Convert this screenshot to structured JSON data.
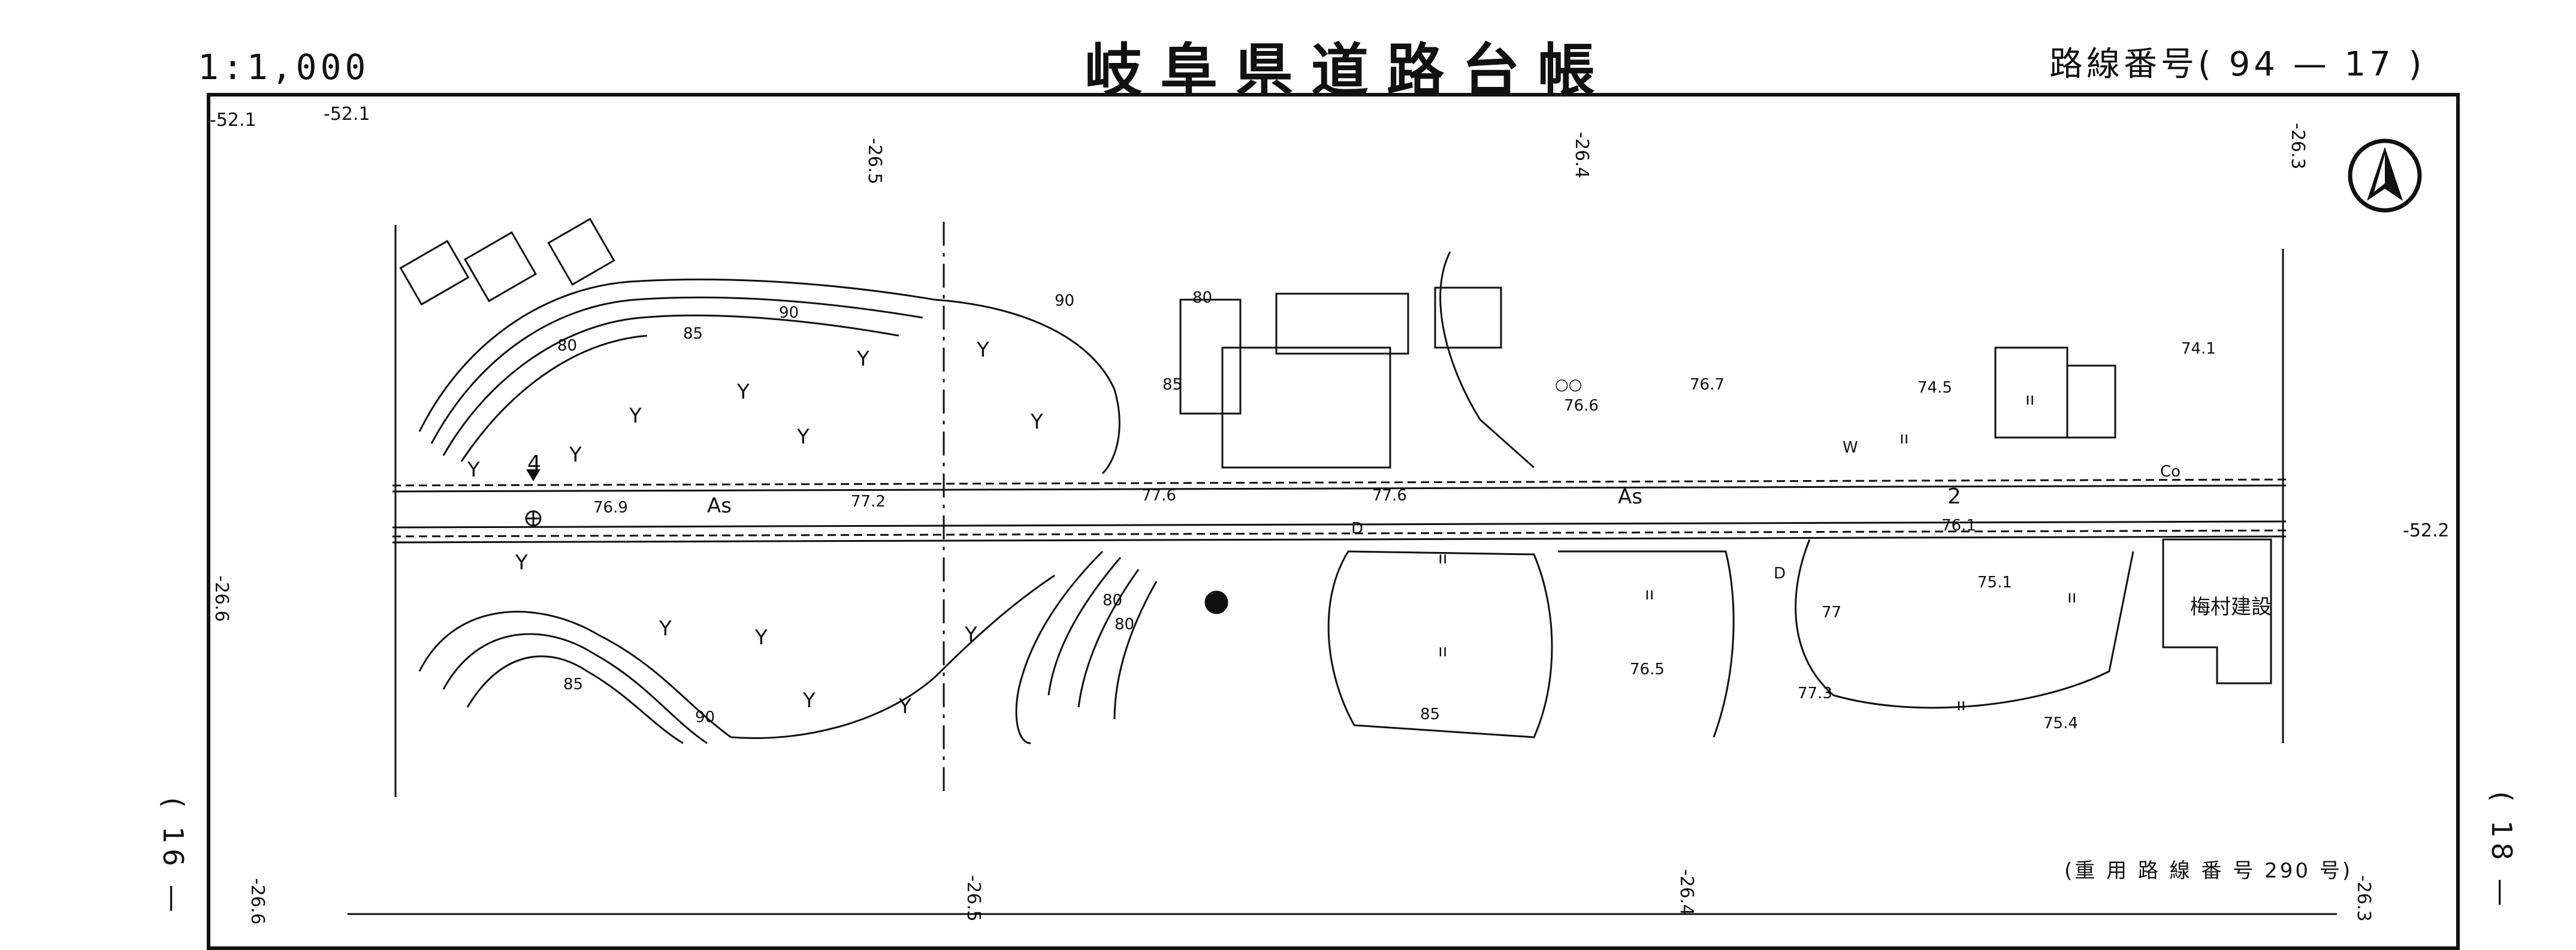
{
  "header": {
    "scale": "1:1,000",
    "title": "岐阜県道路台帳",
    "route_number": "路線番号( 94 — 17 )"
  },
  "page_markers": {
    "left": "( 16 —",
    "right": "( 18 —"
  },
  "grid_labels": {
    "top": [
      "-52.1",
      "-52.1",
      "-26.5",
      "-26.4",
      "-26.3"
    ],
    "bottom": [
      "-26.6",
      "-26.5",
      "-26.4",
      "-26.3"
    ],
    "left": "-26.6",
    "right": "-52.2"
  },
  "road": {
    "surface_labels": [
      "As",
      "As"
    ],
    "road_number_marker": "4",
    "lane_marker": "2",
    "elevations_road": [
      "76.9",
      "77.2",
      "77.6",
      "77.6",
      "76.1"
    ]
  },
  "spot_heights": [
    "76.7",
    "76.6",
    "74.5",
    "74.1",
    "75.1",
    "76.5",
    "77.3",
    "75.4"
  ],
  "contour_labels": [
    "80",
    "85",
    "90",
    "85",
    "80",
    "80",
    "85",
    "90",
    "90",
    "80",
    "85",
    "77"
  ],
  "vegetation_symbol": "Y",
  "field_symbol": "ıı",
  "labels": {
    "company": "梅村建設",
    "main_route": "(重 用 路 線 番 号 290 号)",
    "well": "W",
    "co": "Co",
    "d1": "D",
    "d2": "D",
    "pair": "○○"
  },
  "icons": {
    "north_arrow": "north-arrow-icon",
    "benchmark": "benchmark-triangle-icon"
  }
}
